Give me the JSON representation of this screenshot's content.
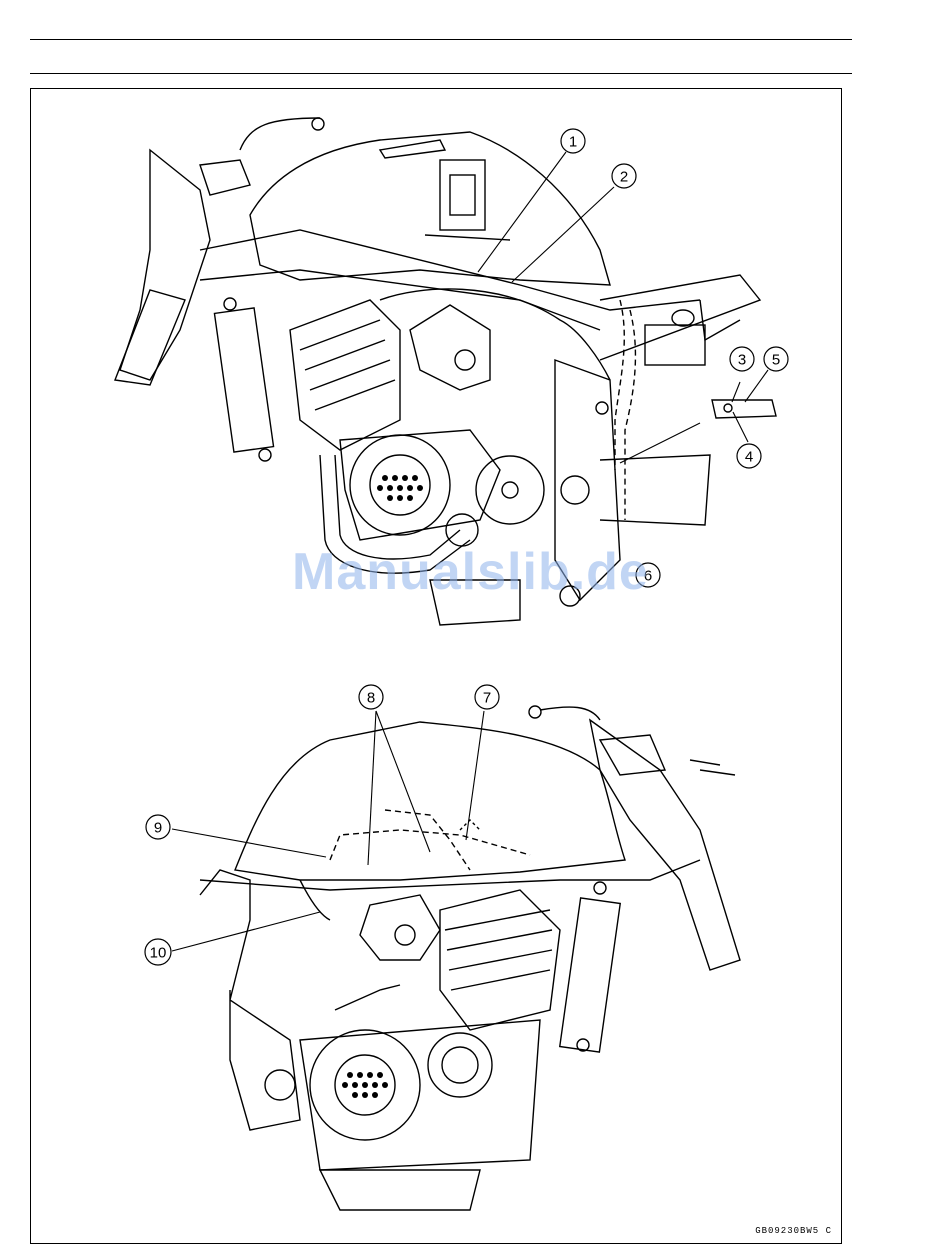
{
  "callouts": {
    "c1": "1",
    "c2": "2",
    "c3": "3",
    "c4": "4",
    "c5": "5",
    "c6": "6",
    "c7": "7",
    "c8": "8",
    "c9": "9",
    "c10": "10"
  },
  "watermark": "Manualslib.de",
  "figure_ref": "GB09230BW5  C"
}
